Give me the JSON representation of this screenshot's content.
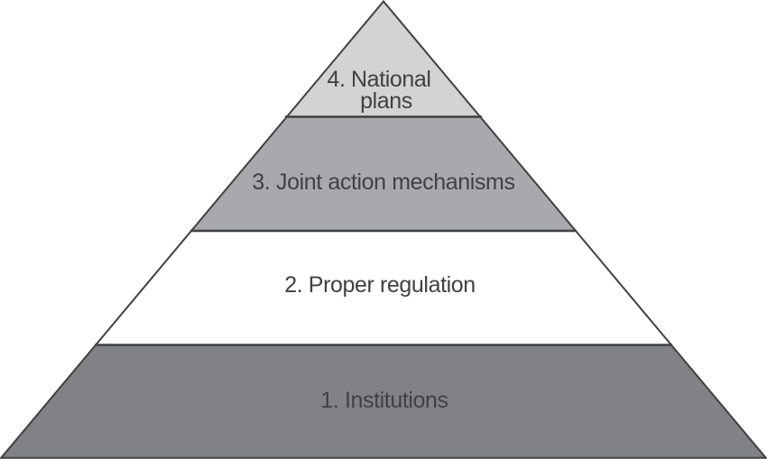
{
  "diagram": {
    "type": "pyramid",
    "outline_color": "#414042",
    "divider_color": "#414042",
    "text_color": "#414042",
    "levels": [
      {
        "position": "bottom",
        "label": "1. Institutions",
        "fill": "#808285"
      },
      {
        "position": "lower-middle",
        "label": "2. Proper regulation",
        "fill": "#ffffff"
      },
      {
        "position": "upper-middle",
        "label": "3. Joint action mechanisms",
        "fill": "#a7a9ac"
      },
      {
        "position": "top",
        "label": "4. National plans",
        "lines": [
          "4. National",
          "plans"
        ],
        "fill": "#d1d3d4"
      }
    ]
  }
}
